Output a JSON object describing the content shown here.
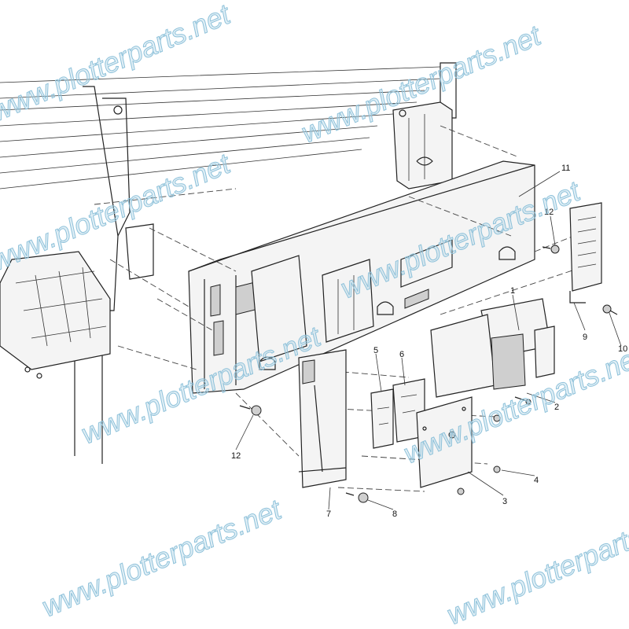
{
  "diagram": {
    "watermark": "www.plotterparts.net",
    "callouts": {
      "c11": "11",
      "c12a": "12",
      "c1": "1",
      "c9": "9",
      "c10": "10",
      "c5": "5",
      "c6": "6",
      "c2": "2",
      "c12b": "12",
      "c4": "4",
      "c3": "3",
      "c8": "8",
      "c7": "7"
    }
  }
}
